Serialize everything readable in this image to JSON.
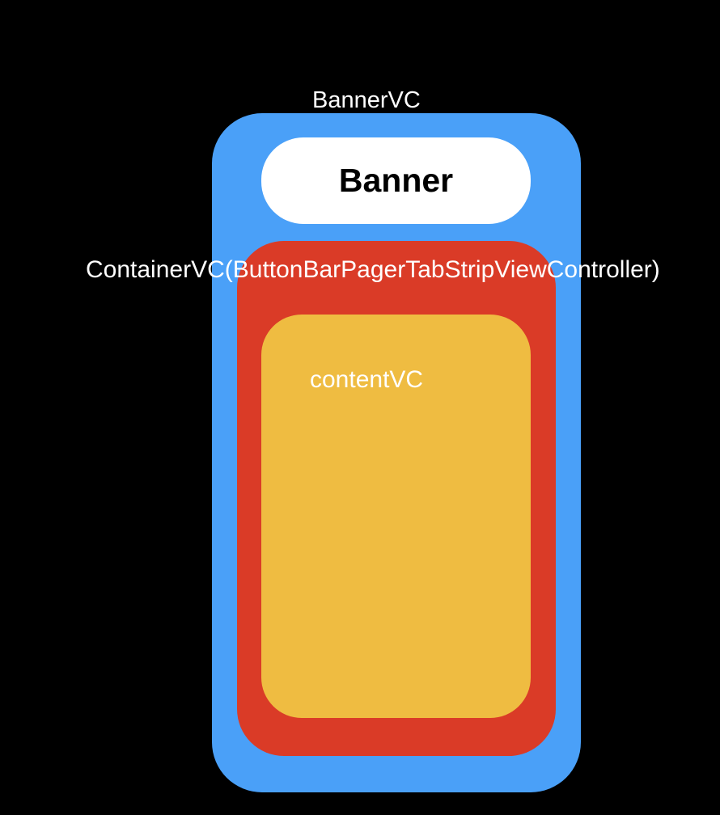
{
  "labels": {
    "banner_vc": "BannerVC",
    "banner": "Banner",
    "container_vc": "ContainerVC(ButtonBarPagerTabStripViewController)",
    "content_vc": "contentVC"
  },
  "colors": {
    "background": "#000000",
    "banner_vc": "#4aa0f8",
    "banner": "#ffffff",
    "container_vc": "#da3b27",
    "content_vc": "#efbc41"
  }
}
